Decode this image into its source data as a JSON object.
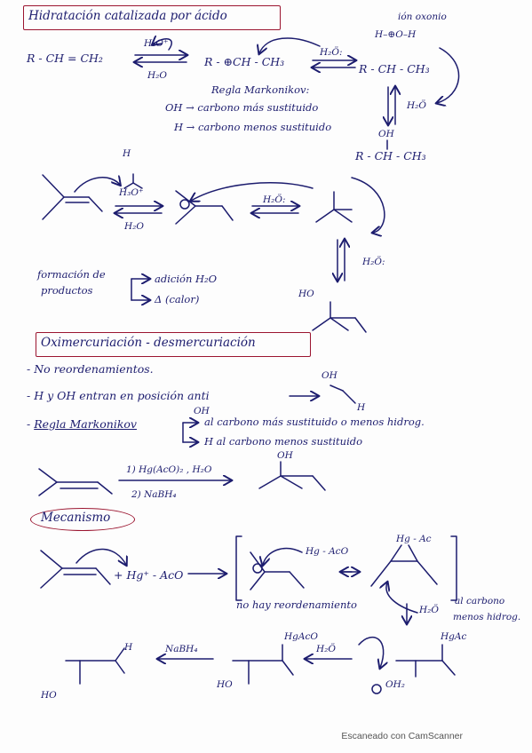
{
  "sections": {
    "acid_hydration": {
      "title": "Hidratación catalizada por ácido",
      "reactant": "R - CH = CH₂",
      "catalyst": "H₃O⁺",
      "reverse_reagent": "H₂O",
      "carbocation": "R - ⊕CH - CH₃",
      "water_attack": "H₂Ö:",
      "oxonium_label": "ión oxonio",
      "oxonium": "R - CH - CH₃",
      "oxonium_group": "H–⊕O–H",
      "deprotonation": "H₂Ö",
      "product": "R - CH - CH₃",
      "product_oh": "OH",
      "rule_title": "Regla Markonikov:",
      "rule_oh": "OH → carbono más sustituido",
      "rule_h": "H → carbono menos sustituido",
      "mech_h3o": "H₃O⁺",
      "mech_h": "H",
      "mech_h2o": "H₂O",
      "mech_water": "H₂Ö:",
      "mech_h2o_2": "H₂Ö:",
      "mech_product_oh": "HO"
    },
    "product_formation": {
      "label_line1": "formación de",
      "label_line2": "productos",
      "option1": "adición H₂O",
      "option2": "Δ (calor)"
    },
    "oximercuration": {
      "title": "Oximercuriación - desmercuriación",
      "point1": "No reordenamientos.",
      "point2": "H y OH entran en posición anti",
      "point2_oh": "OH",
      "point2_h": "H",
      "point3_label": "Regla Markonikov",
      "point3_oh_prefix": "OH",
      "point3_oh": "al carbono más sustituido o menos hidrog.",
      "point3_h": "H al carbono menos sustituido",
      "step1": "1) Hg(AcO)₂ , H₂O",
      "step2": "2) NaBH₄",
      "product_oh": "OH"
    },
    "mechanism": {
      "title": "Mecanismo",
      "reagent": "+ Hg⁺ - AcO",
      "bridged1": "Hg - AcO",
      "bridged2": "Hg - Ac",
      "note_no_rearr": "no hay reordenamiento",
      "water": "H₂Ö",
      "note_carbon": "al carbono",
      "note_less": "menos hidrog.",
      "nabh4": "NaBH₄",
      "water2": "H₂Ö",
      "hgaco_1": "HgAcO",
      "hgac_2": "HgAc",
      "oh2": "OH₂",
      "h": "H",
      "ho_1": "HO",
      "ho_2": "HO"
    }
  },
  "footer": {
    "watermark": "Escaneado con CamScanner"
  },
  "colors": {
    "ink": "#1c1c6e",
    "box_border": "#9b1530"
  }
}
